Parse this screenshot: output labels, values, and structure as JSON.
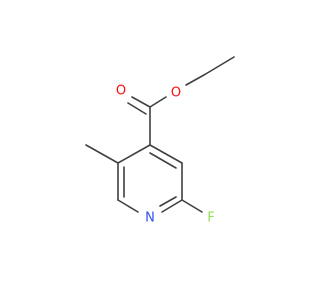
{
  "atoms": {
    "o_carbonyl": {
      "label": "O",
      "color": "#ff0d0d"
    },
    "o_ester": {
      "label": "O",
      "color": "#ff0d0d"
    },
    "n_ring": {
      "label": "N",
      "color": "#3050f8"
    },
    "f": {
      "label": "F",
      "color": "#90e050"
    }
  },
  "bond_color": "#404040",
  "background": "#ffffff"
}
